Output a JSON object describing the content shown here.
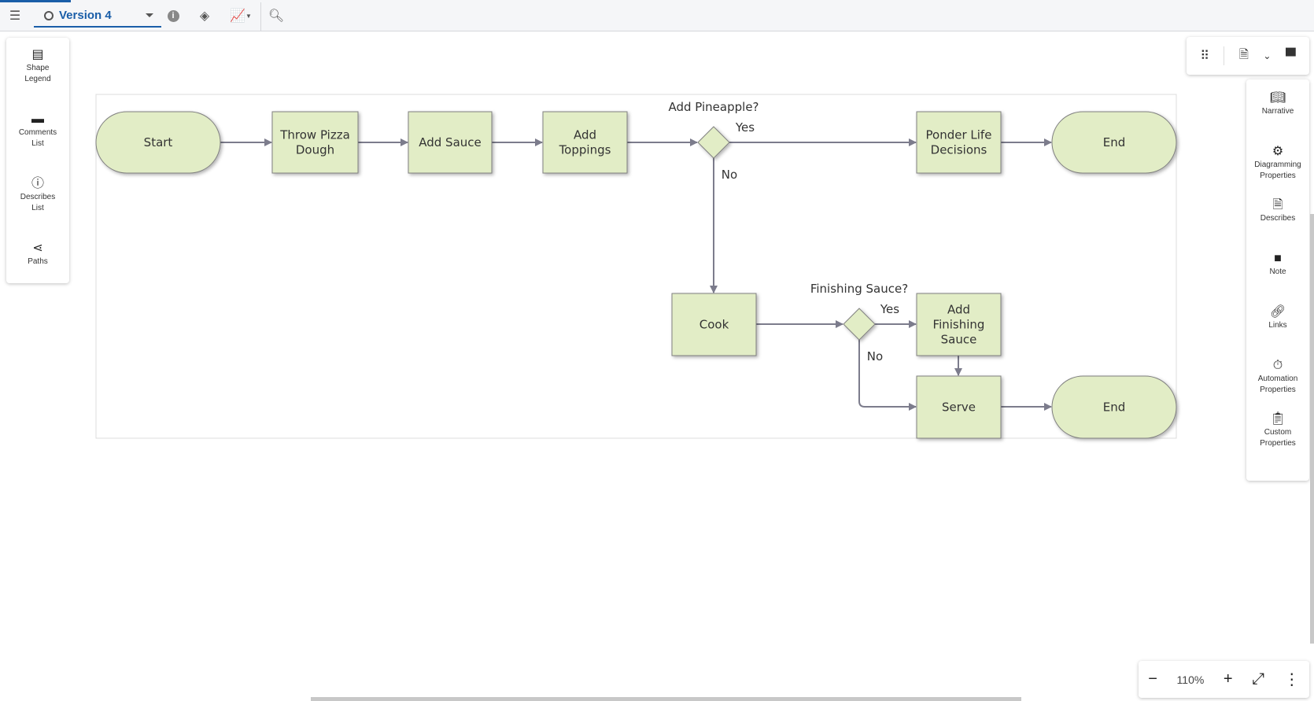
{
  "topbar": {
    "version_label": "Version 4",
    "icons": [
      "menu-icon",
      "info-icon",
      "layers-icon",
      "chart-icon",
      "search-icon"
    ]
  },
  "left_panel": {
    "items": [
      {
        "label1": "Shape",
        "label2": "Legend",
        "icon": "shape-legend-icon"
      },
      {
        "label1": "Comments",
        "label2": "List",
        "icon": "comments-list-icon"
      },
      {
        "label1": "Describes",
        "label2": "List",
        "icon": "describes-list-icon"
      },
      {
        "label1": "Paths",
        "label2": "",
        "icon": "paths-icon"
      }
    ]
  },
  "right_panel": {
    "items": [
      {
        "label1": "Narrative",
        "label2": "",
        "icon": "book-icon"
      },
      {
        "label1": "Diagramming",
        "label2": "Properties",
        "icon": "diagram-gear-icon"
      },
      {
        "label1": "Describes",
        "label2": "",
        "icon": "describes-icon"
      },
      {
        "label1": "Note",
        "label2": "",
        "icon": "note-icon"
      },
      {
        "label1": "Links",
        "label2": "",
        "icon": "link-icon"
      },
      {
        "label1": "Automation",
        "label2": "Properties",
        "icon": "automation-icon"
      },
      {
        "label1": "Custom",
        "label2": "Properties",
        "icon": "custom-properties-icon"
      }
    ]
  },
  "zoom": {
    "level": "110%"
  },
  "diagram": {
    "fill": "#e2edc6",
    "stroke": "#808080",
    "connector": "#7c7c8c",
    "nodes": {
      "start": {
        "lines": [
          "Start"
        ]
      },
      "dough": {
        "lines": [
          "Throw Pizza",
          "Dough"
        ]
      },
      "sauce": {
        "lines": [
          "Add Sauce"
        ]
      },
      "toppings": {
        "lines": [
          "Add",
          "Toppings"
        ]
      },
      "ponder": {
        "lines": [
          "Ponder Life",
          "Decisions"
        ]
      },
      "end1": {
        "lines": [
          "End"
        ]
      },
      "cook": {
        "lines": [
          "Cook"
        ]
      },
      "finishing": {
        "lines": [
          "Add",
          "Finishing",
          "Sauce"
        ]
      },
      "serve": {
        "lines": [
          "Serve"
        ]
      },
      "end2": {
        "lines": [
          "End"
        ]
      }
    },
    "decisions": {
      "pineapple": "Add Pineapple?",
      "finishing": "Finishing Sauce?"
    },
    "edge_labels": {
      "yes1": "Yes",
      "no1": "No",
      "yes2": "Yes",
      "no2": "No"
    }
  }
}
